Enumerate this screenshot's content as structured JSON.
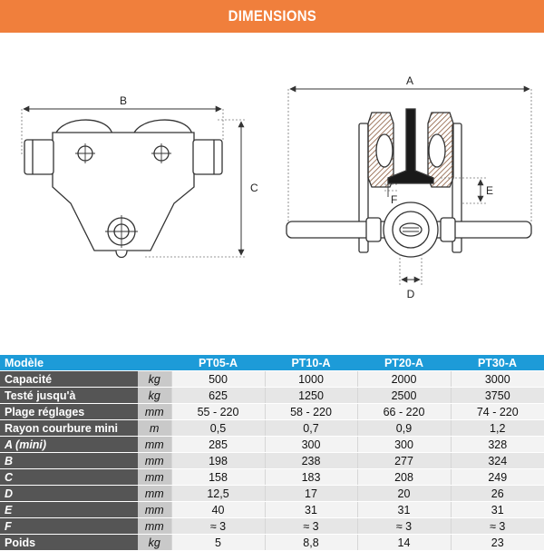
{
  "title": "DIMENSIONS",
  "diagram": {
    "labels": {
      "a": "A",
      "b": "B",
      "c": "C",
      "d": "D",
      "e": "E",
      "f": "F"
    }
  },
  "table": {
    "header": {
      "label": "Modèle",
      "unit": "",
      "models": [
        "PT05-A",
        "PT10-A",
        "PT20-A",
        "PT30-A"
      ]
    },
    "rows": [
      {
        "label": "Capacité",
        "unit": "kg",
        "values": [
          "500",
          "1000",
          "2000",
          "3000"
        ]
      },
      {
        "label": "Testé jusqu'à",
        "unit": "kg",
        "values": [
          "625",
          "1250",
          "2500",
          "3750"
        ]
      },
      {
        "label": "Plage réglages",
        "unit": "mm",
        "values": [
          "55 - 220",
          "58 - 220",
          "66 - 220",
          "74 - 220"
        ]
      },
      {
        "label": "Rayon courbure mini",
        "unit": "m",
        "values": [
          "0,5",
          "0,7",
          "0,9",
          "1,2"
        ]
      },
      {
        "label": "A (mini)",
        "unit": "mm",
        "values": [
          "285",
          "300",
          "300",
          "328"
        ]
      },
      {
        "label": "B",
        "unit": "mm",
        "values": [
          "198",
          "238",
          "277",
          "324"
        ]
      },
      {
        "label": "C",
        "unit": "mm",
        "values": [
          "158",
          "183",
          "208",
          "249"
        ]
      },
      {
        "label": "D",
        "unit": "mm",
        "values": [
          "12,5",
          "17",
          "20",
          "26"
        ]
      },
      {
        "label": "E",
        "unit": "mm",
        "values": [
          "40",
          "31",
          "31",
          "31"
        ]
      },
      {
        "label": "F",
        "unit": "mm",
        "values": [
          "≈ 3",
          "≈ 3",
          "≈ 3",
          "≈ 3"
        ]
      },
      {
        "label": "Poids",
        "unit": "kg",
        "values": [
          "5",
          "8,8",
          "14",
          "23"
        ]
      }
    ]
  },
  "colors": {
    "banner": "#f07f3c",
    "table_header": "#1d9bd8",
    "label_column": "#555555",
    "unit_column": "#c9c9c9"
  }
}
